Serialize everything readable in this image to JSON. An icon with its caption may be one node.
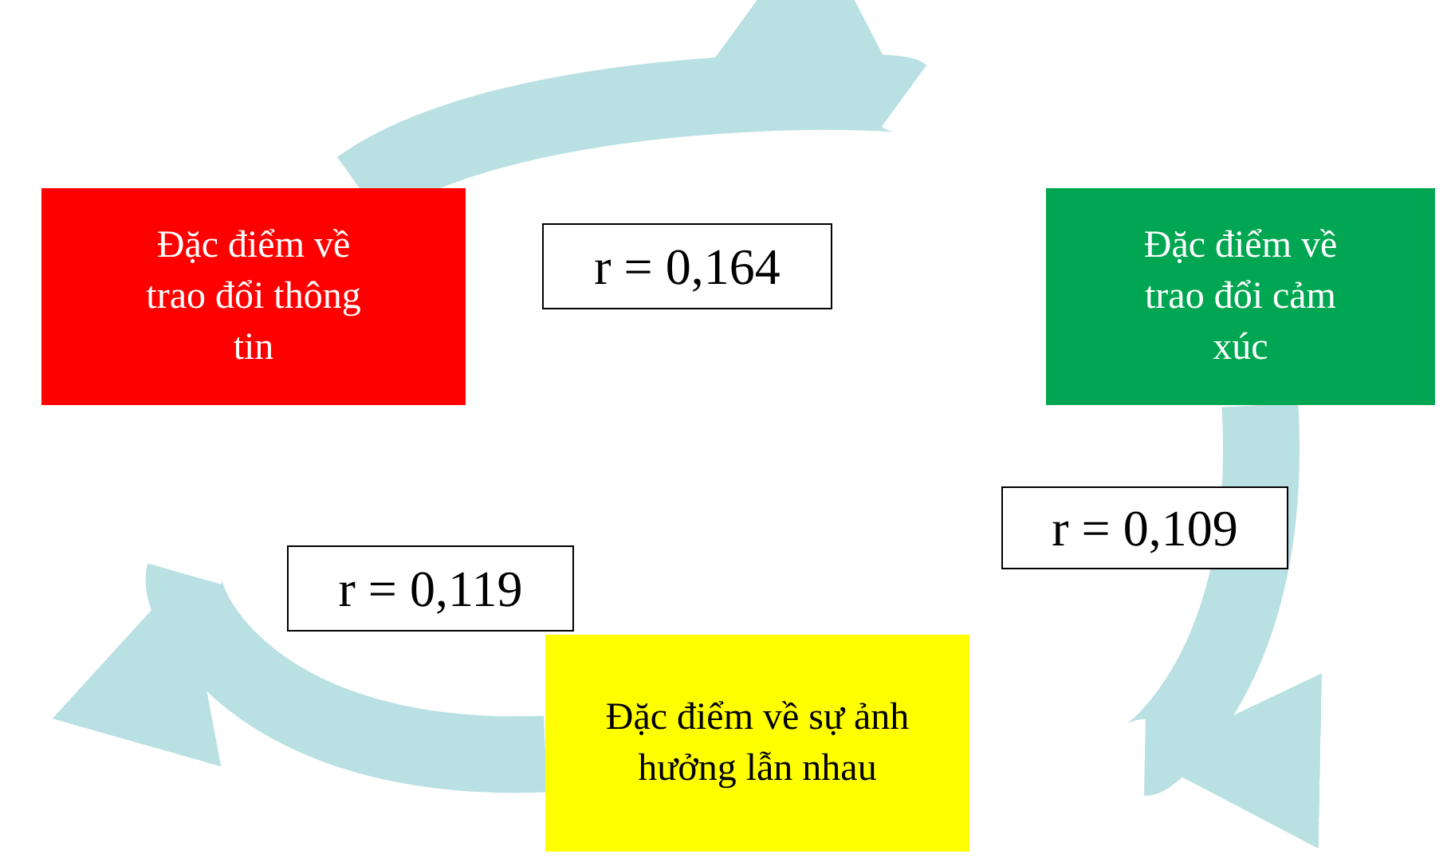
{
  "diagram": {
    "nodes": [
      {
        "text": [
          "Đặc điểm về trao đổi thông tin"
        ]
      },
      {
        "text": [
          "Đặc điểm về trao đổi cảm xúc"
        ]
      },
      {
        "text": [
          "Đặc điểm về sự ảnh hưởng lẫn nhau"
        ]
      }
    ],
    "edges": [
      {
        "from": 0,
        "to": 1,
        "arrow": "to",
        "label": "r = 0,164"
      },
      {
        "from": 1,
        "to": 2,
        "arrow": "to",
        "label": "r = 0,109"
      },
      {
        "from": 2,
        "to": 0,
        "arrow": "to",
        "label": "r = 0,119"
      }
    ]
  }
}
